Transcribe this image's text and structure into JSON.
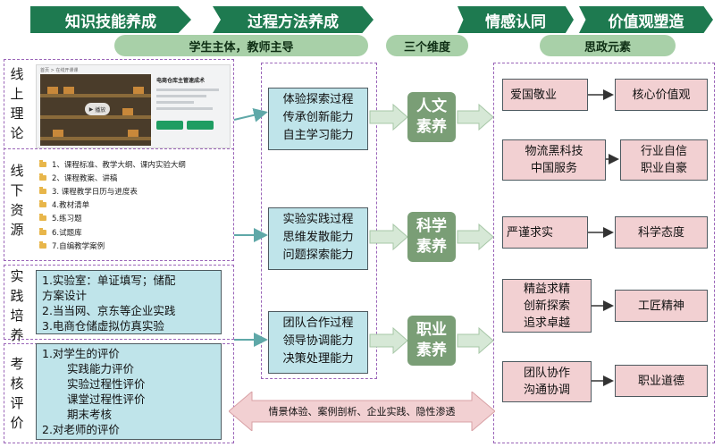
{
  "header": {
    "chevrons": [
      "知识技能养成",
      "过程方法养成",
      "情感认同",
      "价值观塑造"
    ],
    "pills": [
      "学生主体，教师主导",
      "三个维度",
      "思政元素"
    ]
  },
  "left": {
    "section_online": [
      "线",
      "上",
      "理",
      "论"
    ],
    "section_offline": [
      "线",
      "下",
      "资",
      "源"
    ],
    "section_practice": [
      "实",
      "践",
      "培",
      "养"
    ],
    "section_assess": [
      "考",
      "核",
      "评",
      "价"
    ],
    "browser": {
      "crumb": "首页 > 在线开课课",
      "title": "电商仓库主管速成术",
      "play": "播放"
    },
    "docs": [
      "1、课程标准、教学大纲、课内实验大纲",
      "2、课程教案、讲稿",
      "3. 课程教学日历与进度表",
      "4.教材清单",
      "5.练习题",
      "6.试题库",
      "7.自编教学案例"
    ],
    "practice": [
      "1.实验室：单证填写；储配",
      "方案设计",
      "2.当当网、京东等企业实践",
      "3.电商仓储虚拟仿真实验"
    ],
    "assess": [
      "1.对学生的评价",
      "实践能力评价",
      "实验过程性评价",
      "课堂过程性评价",
      "期末考核",
      "2.对老师的评价"
    ]
  },
  "process": [
    [
      "体验探索过程",
      "传承创新能力",
      "自主学习能力"
    ],
    [
      "实验实践过程",
      "思维发散能力",
      "问题探索能力"
    ],
    [
      "团队合作过程",
      "领导协调能力",
      "决策处理能力"
    ]
  ],
  "dimensions": [
    [
      "人文",
      "素养"
    ],
    [
      "科学",
      "素养"
    ],
    [
      "职业",
      "素养"
    ]
  ],
  "emotion": [
    [
      "爱国敬业"
    ],
    [
      "物流黑科技",
      "中国服务"
    ],
    [
      "严谨求实"
    ],
    [
      "精益求精",
      "创新探索",
      "追求卓越"
    ],
    [
      "团队协作",
      "沟通协调"
    ]
  ],
  "values": [
    [
      "核心价值观"
    ],
    [
      "行业自信",
      "职业自豪"
    ],
    [
      "科学态度"
    ],
    [
      "工匠精神"
    ],
    [
      "职业道德"
    ]
  ],
  "banner": "情景体验、案例剖析、企业实践、隐性渗透"
}
